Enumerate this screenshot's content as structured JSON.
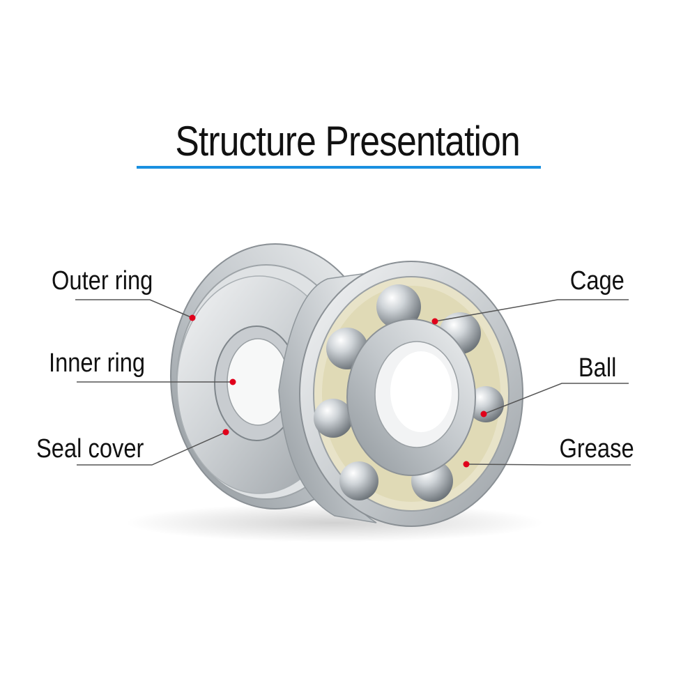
{
  "title": "Structure Presentation",
  "colors": {
    "accent_rule": "#1a90e0",
    "marker": "#e0001b",
    "leader": "#555555"
  },
  "labels": {
    "outer_ring": "Outer ring",
    "inner_ring": "Inner ring",
    "seal_cover": "Seal cover",
    "cage": "Cage",
    "ball": "Ball",
    "grease": "Grease"
  }
}
